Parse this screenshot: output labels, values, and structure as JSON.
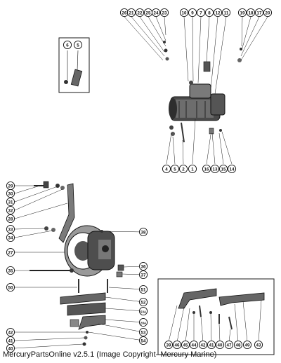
{
  "footer_text": "MercuryPartsOnline v2.5.1 (Image Copyright- Mercury Marine)",
  "colors": {
    "ink": "#1a1a1a",
    "paper": "#ffffff",
    "part_dark": "#3a3a3a",
    "part_mid": "#8a8a8a"
  },
  "callouts": {
    "top_row": [
      "26",
      "21",
      "22",
      "25",
      "24",
      "23",
      "10",
      "9",
      "7",
      "8",
      "12",
      "11",
      "19",
      "18",
      "17",
      "20"
    ],
    "starter_bottom": [
      "4",
      "5",
      "2",
      "1",
      "16",
      "13",
      "15",
      "14"
    ],
    "inset_small": [
      "6",
      "5"
    ],
    "alternator_left": [
      "29",
      "30",
      "31",
      "32",
      "28",
      "33",
      "34",
      "27",
      "35",
      "50",
      "42",
      "41",
      "40"
    ],
    "alternator_right": [
      "38",
      "36",
      "37",
      "51",
      "52",
      "53A",
      "28A",
      "53",
      "54"
    ],
    "inset_bracket": [
      "39",
      "46",
      "45",
      "44",
      "42",
      "41",
      "40",
      "47",
      "48",
      "49",
      "43"
    ]
  }
}
